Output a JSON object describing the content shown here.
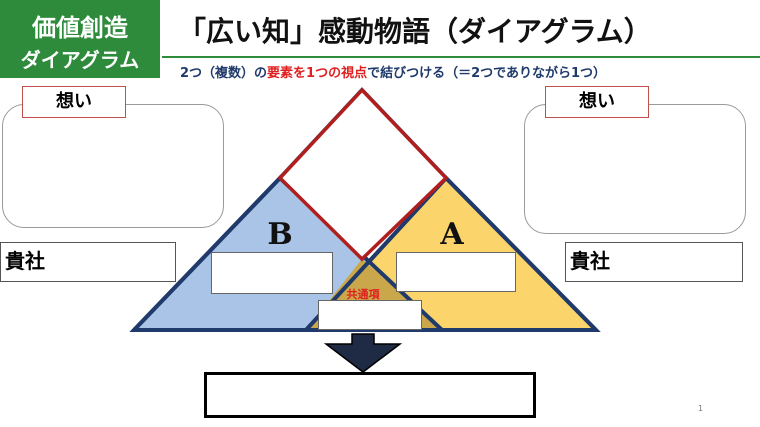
{
  "header": {
    "badge_line1": "価値創造",
    "badge_line2": "ダイアグラム",
    "title": "「広い知」感動物語（ダイアグラム）",
    "subtitle_part1": "2つ（複数）の",
    "subtitle_red": "要素を1つの視点",
    "subtitle_part2": "で結びつける（＝2つでありながら1つ）"
  },
  "left_panel": {
    "thought_label": "想い",
    "company_label": "貴社"
  },
  "right_panel": {
    "thought_label": "想い",
    "company_label": "貴社"
  },
  "diagram": {
    "label_b": "B",
    "label_a": "A",
    "common_label": "共通項"
  },
  "colors": {
    "badge_green": "#2e8b3c",
    "triangle_b_fill": "#a9c4e6",
    "triangle_a_fill": "#fbd56b",
    "overlap_fill": "#c9a74a",
    "triangle_stroke": "#1f3a6b",
    "diamond_stroke": "#b01e1e",
    "subtitle_red": "#e02020",
    "common_label_red": "#e02020"
  },
  "page_number": "1"
}
